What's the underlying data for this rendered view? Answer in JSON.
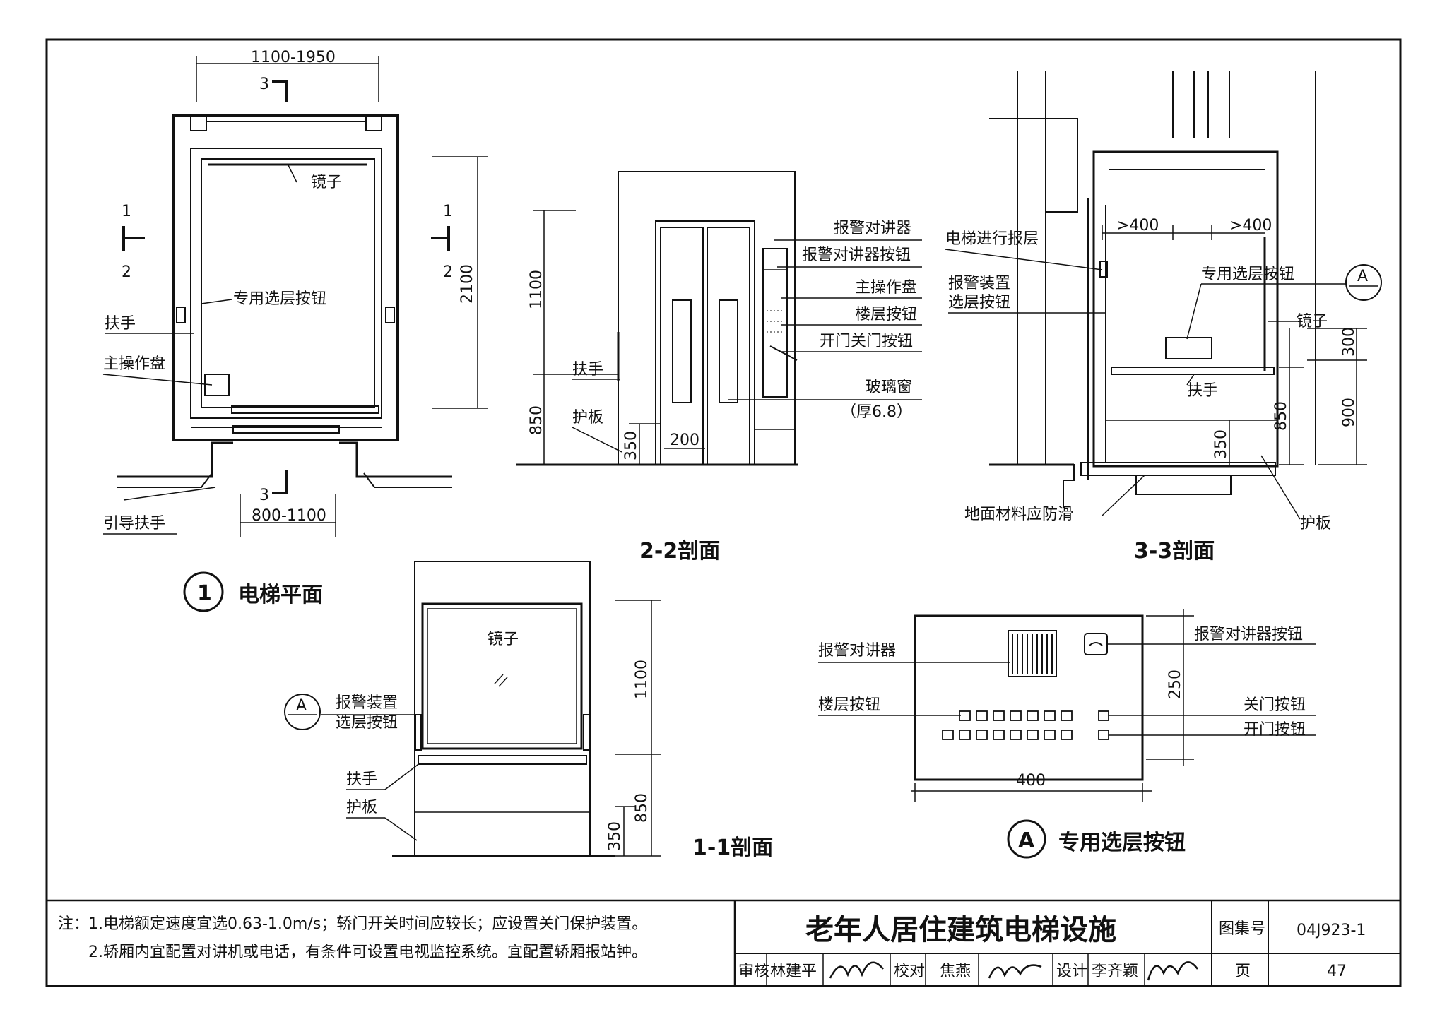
{
  "plan": {
    "dim_top": "1100-1950",
    "section3_top": "3",
    "label_mirror": "镜子",
    "section1_left_top": "1",
    "section1_left_bottom": "2",
    "section1_right_top": "1",
    "section1_right_bottom": "2",
    "dim_depth": "2100",
    "label_button": "专用选层按钮",
    "label_handrail": "扶手",
    "label_panel": "主操作盘",
    "section3_bottom": "3",
    "dim_door": "800-1100",
    "label_guide": "引导扶手",
    "title_num": "1",
    "title": "电梯平面"
  },
  "sec22": {
    "dim_1100": "1100",
    "dim_850": "850",
    "dim_350": "350",
    "dim_200": "200",
    "label_handrail": "扶手",
    "label_guard": "护板",
    "callouts": [
      "报警对讲器",
      "报警对讲器按钮",
      "主操作盘",
      "楼层按钮",
      "开门关门按钮",
      "玻璃窗"
    ],
    "glass_thk": "（厚6.8）",
    "title": "2-2剖面"
  },
  "sec33": {
    "label_report": "电梯进行报层",
    "label_alarm1": "报警装置",
    "label_alarm2": "选层按钮",
    "dim_400a": ">400",
    "dim_400b": ">400",
    "label_button": "专用选层按钮",
    "ref_A": "A",
    "label_mirror": "镜子",
    "dim_300": "300",
    "dim_900": "900",
    "dim_850": "850",
    "dim_350": "350",
    "label_handrail": "扶手",
    "label_floor": "地面材料应防滑",
    "label_guard": "护板",
    "title": "3-3剖面"
  },
  "sec11": {
    "label_mirror": "镜子",
    "ref_A": "A",
    "label_alarm1": "报警装置",
    "label_alarm2": "选层按钮",
    "label_handrail": "扶手",
    "label_guard": "护板",
    "dim_1100": "1100",
    "dim_850": "850",
    "dim_350": "350",
    "title": "1-1剖面"
  },
  "detailA": {
    "label_intercom": "报警对讲器",
    "label_intercom_btn": "报警对讲器按钮",
    "label_floor_btn": "楼层按钮",
    "label_close": "关门按钮",
    "label_open": "开门按钮",
    "dim_250": "250",
    "dim_400": "400",
    "title_ref": "A",
    "title": "专用选层按钮"
  },
  "notes": {
    "prefix": "注：",
    "line1": "1.电梯额定速度宜选0.63-1.0m/s；轿门开关时间应较长；应设置关门保护装置。",
    "line2": "2.轿厢内宜配置对讲机或电话，有条件可设置电视监控系统。宜配置轿厢报站钟。"
  },
  "titleblock": {
    "title": "老年人居住建筑电梯设施",
    "atlas_label": "图集号",
    "atlas_no": "04J923-1",
    "review_label": "审核",
    "review_name": "林建平",
    "check_label": "校对",
    "check_name": "焦燕",
    "design_label": "设计",
    "design_name": "李齐颖",
    "page_label": "页",
    "page_no": "47"
  }
}
